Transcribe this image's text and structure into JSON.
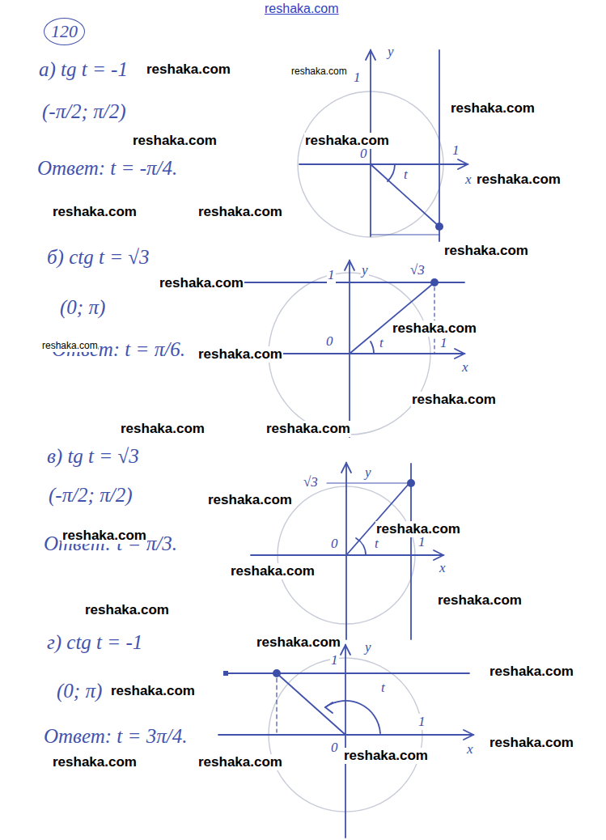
{
  "diagram": {
    "nodes": [
      {
        "text": [
          "120"
        ]
      }
    ],
    "labels": [
      "reshaka.com",
      "а) tg t = -1",
      "(-π/2; π/2)",
      "Ответ: t = -π/4.",
      "y",
      "1",
      "0",
      "1",
      "x",
      "t",
      "б) ctg t = √3",
      "(0; π)",
      "Ответ: t = π/6.",
      "1",
      "y",
      "√3",
      "0",
      "t",
      "1",
      "x",
      "в) tg t = √3",
      "(-π/2; π/2)",
      "Ответ: t = π/3.",
      "√3",
      "y",
      "0",
      "t",
      "1",
      "x",
      "г) ctg t = -1",
      "(0; π)",
      "Ответ: t = 3π/4.",
      "1",
      "y",
      "0",
      "1",
      "x",
      "t",
      "reshaka.com",
      "reshaka.com",
      "reshaka.com",
      "reshaka.com",
      "reshaka.com",
      "reshaka.com",
      "reshaka.com",
      "reshaka.com",
      "reshaka.com",
      "reshaka.com",
      "reshaka.com",
      "reshaka.com",
      "reshaka.com",
      "reshaka.com",
      "reshaka.com",
      "reshaka.com",
      "reshaka.com",
      "reshaka.com",
      "reshaka.com",
      "reshaka.com",
      "reshaka.com",
      "reshaka.com",
      "reshaka.com",
      "reshaka.com",
      "reshaka.com",
      "reshaka.com",
      "reshaka.com",
      "reshaka.com",
      "reshaka.com"
    ]
  }
}
